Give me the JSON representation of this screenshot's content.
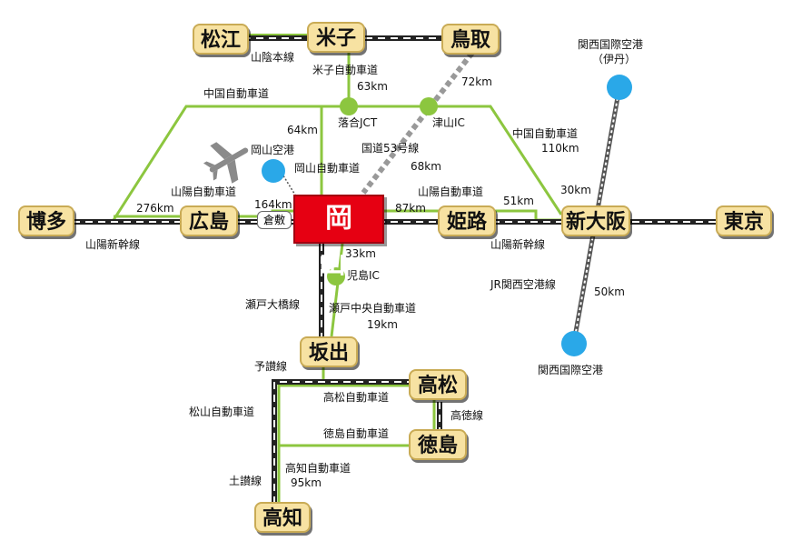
{
  "map": {
    "cities": {
      "matsue": "松江",
      "yonago": "米子",
      "tottori": "鳥取",
      "okayama": "岡山",
      "hakata": "博多",
      "hiroshima": "広島",
      "himeji": "姫路",
      "shin_osaka": "新大阪",
      "tokyo": "東京",
      "sakaide": "坂出",
      "takamatsu": "高松",
      "tokushima": "徳島",
      "kochi": "高知"
    },
    "stations": {
      "kurashiki": "倉敷"
    },
    "routes": {
      "sanin_line": "山陰本線",
      "yonago_expressway": "米子自動車道",
      "yonago_distance": "63km",
      "chugoku_expressway_west": "中国自動車道",
      "chugoku_expressway_east": "中国自動車道",
      "chugoku_east_distance": "110km",
      "okayama_expressway": "岡山自動車道",
      "okayama_exp_distance": "64km",
      "route53": "国道53号線",
      "route53_distance": "68km",
      "tottori_distance": "72km",
      "sanyo_expressway_west": "山陽自動車道",
      "sanyo_expressway_east": "山陽自動車道",
      "hakata_distance": "276km",
      "hiroshima_distance": "164km",
      "himeji_distance": "87km",
      "shin_osaka_distance_51": "51km",
      "shin_osaka_distance_30": "30km",
      "sanyo_shinkansen_west": "山陽新幹線",
      "sanyo_shinkansen_east": "山陽新幹線",
      "kojima_distance": "33km",
      "seto_ohashi_line": "瀬戸大橋線",
      "seto_chuo_expressway": "瀬戸中央自動車道",
      "seto_chuo_distance": "19km",
      "yosan_line": "予讃線",
      "takamatsu_expressway": "高松自動車道",
      "kotoku_line": "高徳線",
      "matsuyama_expressway": "松山自動車道",
      "tokushima_expressway": "徳島自動車道",
      "kochi_expressway": "高知自動車道",
      "kochi_distance": "95km",
      "dosan_line": "土讃線",
      "jr_kansai_airport_line": "JR関西空港線",
      "kansai_airport_line_distance": "50km"
    },
    "junctions": {
      "ochiai_jct": "落合JCT",
      "tsuyama_ic": "津山IC",
      "kojima_ic": "児島IC"
    },
    "airports": {
      "okayama_airport": "岡山空港",
      "itami_name": "関西国際空港",
      "itami_note": "（伊丹）",
      "kansai_airport": "関西国際空港"
    },
    "colors": {
      "expressway": "#8cc63f",
      "rail": "#222222",
      "okayama_bg": "#e60012",
      "city_bg": "#f7e2a2",
      "airport": "#2aa8e8",
      "route53": "#999999"
    }
  }
}
